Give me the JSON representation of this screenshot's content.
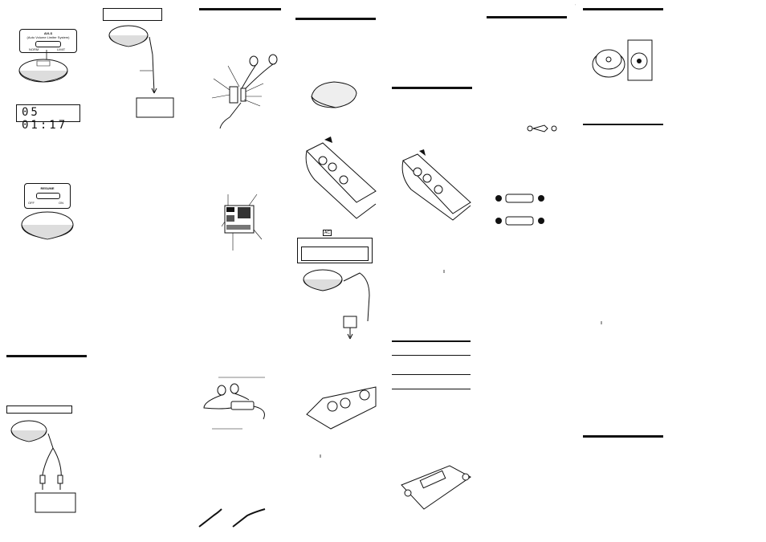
{
  "colors": {
    "ink": "#111111",
    "paper": "#ffffff"
  },
  "avls": {
    "title": "AVLS",
    "subtitle": "(Auto Volume Limiter System)",
    "norm_label": "NORM",
    "limit_label": "LIMIT"
  },
  "display_time": "05 01:17",
  "resume": {
    "title": "RESUME",
    "off_label": "OFF",
    "on_label": "ON"
  },
  "ac_symbol": "AC",
  "pause_symbol": "‖"
}
